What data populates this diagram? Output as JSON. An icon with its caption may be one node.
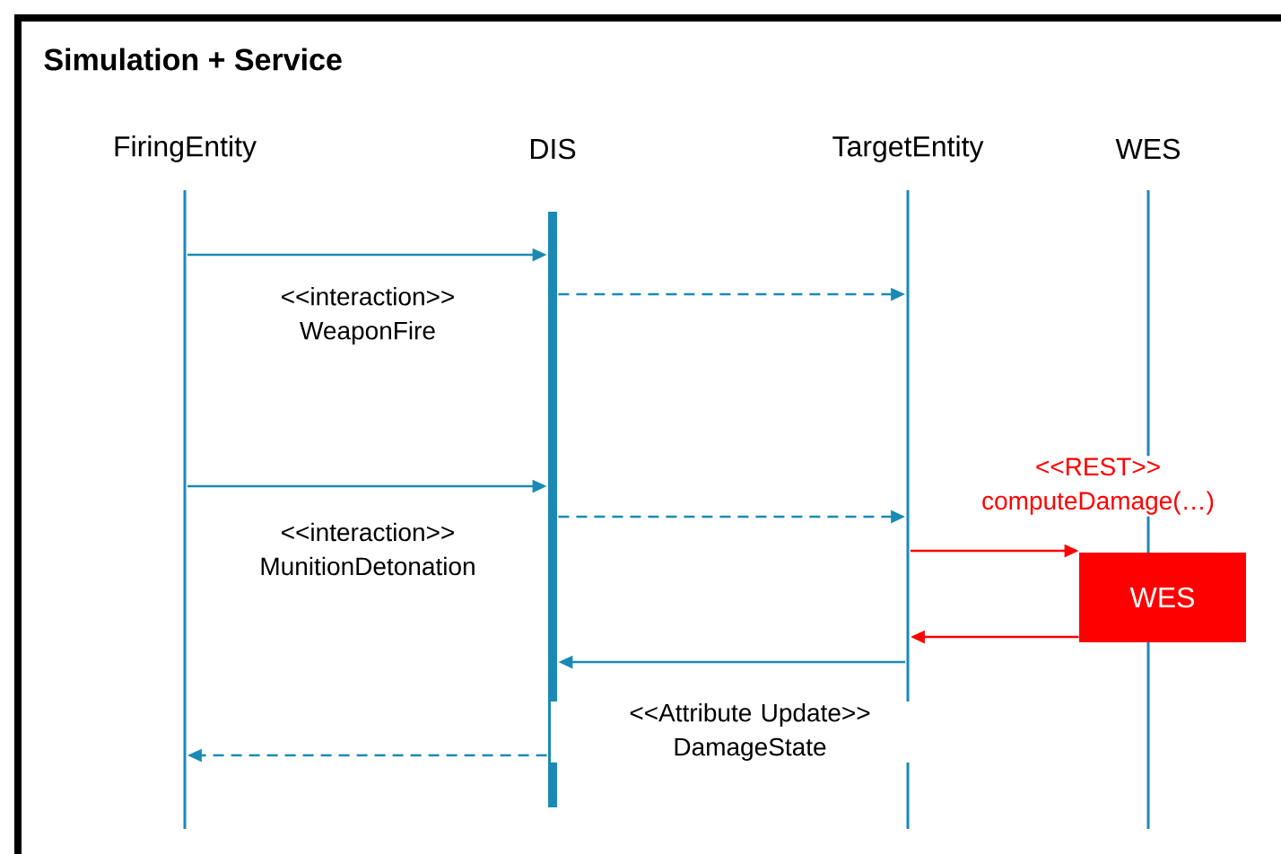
{
  "diagram": {
    "title": "Simulation + Service",
    "nodes": [
      {
        "text": [
          "FiringEntity"
        ]
      },
      {
        "text": [
          "DIS"
        ]
      },
      {
        "text": [
          "TargetEntity"
        ]
      },
      {
        "text": [
          "WES"
        ]
      },
      {
        "text": [
          "WES"
        ]
      }
    ],
    "edges": [
      {
        "from": 0,
        "to": 1,
        "arrow": "to",
        "label": "<<interaction>> WeaponFire"
      },
      {
        "from": 1,
        "to": 2,
        "arrow": "to",
        "style": "dashed"
      },
      {
        "from": 0,
        "to": 1,
        "arrow": "to",
        "label": "<<interaction>> MunitionDetonation"
      },
      {
        "from": 1,
        "to": 2,
        "arrow": "to",
        "style": "dashed"
      },
      {
        "from": 2,
        "to": 4,
        "arrow": "to",
        "color": "#ff0000",
        "label": "<<REST>> computeDamage(…)"
      },
      {
        "from": 4,
        "to": 2,
        "arrow": "to",
        "color": "#ff0000"
      },
      {
        "from": 2,
        "to": 1,
        "arrow": "to",
        "label": "<<Attribute Update>> DamageState"
      },
      {
        "from": 1,
        "to": 0,
        "arrow": "to",
        "style": "dashed"
      }
    ]
  }
}
